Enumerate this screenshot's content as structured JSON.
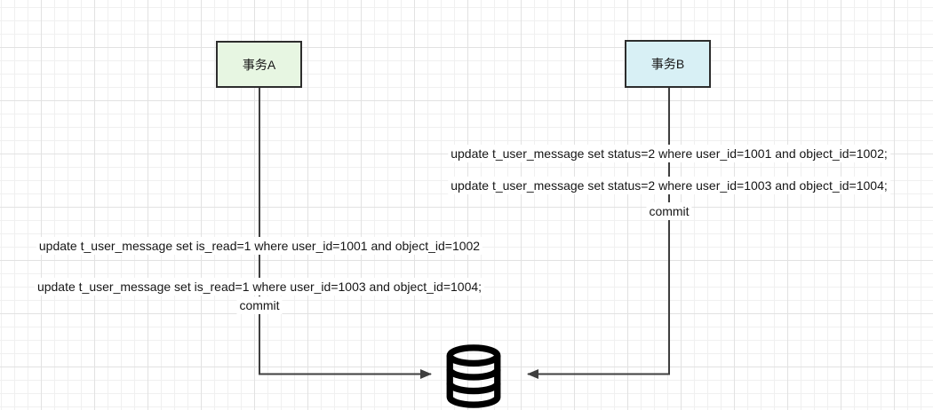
{
  "diagram": {
    "transaction_a": {
      "title": "事务A",
      "fill_color": "#e7f6e2",
      "statements": [
        "update t_user_message set is_read=1 where user_id=1001 and object_id=1002",
        "update t_user_message set is_read=1 where user_id=1003 and object_id=1004;"
      ],
      "commit_label": "commit"
    },
    "transaction_b": {
      "title": "事务B",
      "fill_color": "#d8f0f5",
      "statements": [
        "update t_user_message set status=2 where user_id=1001 and object_id=1002;",
        "update t_user_message set status=2 where user_id=1003 and object_id=1004;"
      ],
      "commit_label": "commit"
    },
    "icons": {
      "database": "database-cylinder-icon"
    },
    "colors": {
      "box_border": "#2d2d2d",
      "connector_line": "#3f3f3f",
      "text": "#161616",
      "grid_minor": "#f0f0f0",
      "grid_major": "#e2e2e2",
      "database_icon": "#000000"
    }
  }
}
